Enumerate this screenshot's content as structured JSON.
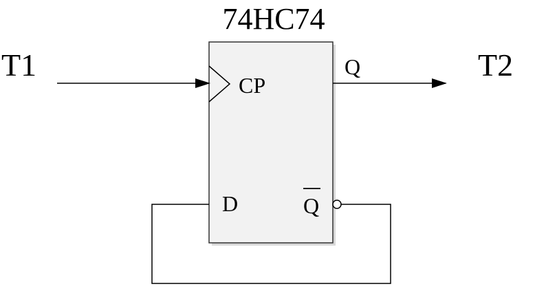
{
  "chip": {
    "name": "74HC74",
    "pins": {
      "clock": "CP",
      "data": "D",
      "output": "Q",
      "output_inverted": "Q"
    }
  },
  "signals": {
    "input": "T1",
    "output": "T2"
  },
  "colors": {
    "line": "#000000",
    "chip_fill": "#f2f2f2",
    "chip_border": "#333333",
    "background": "#ffffff"
  }
}
